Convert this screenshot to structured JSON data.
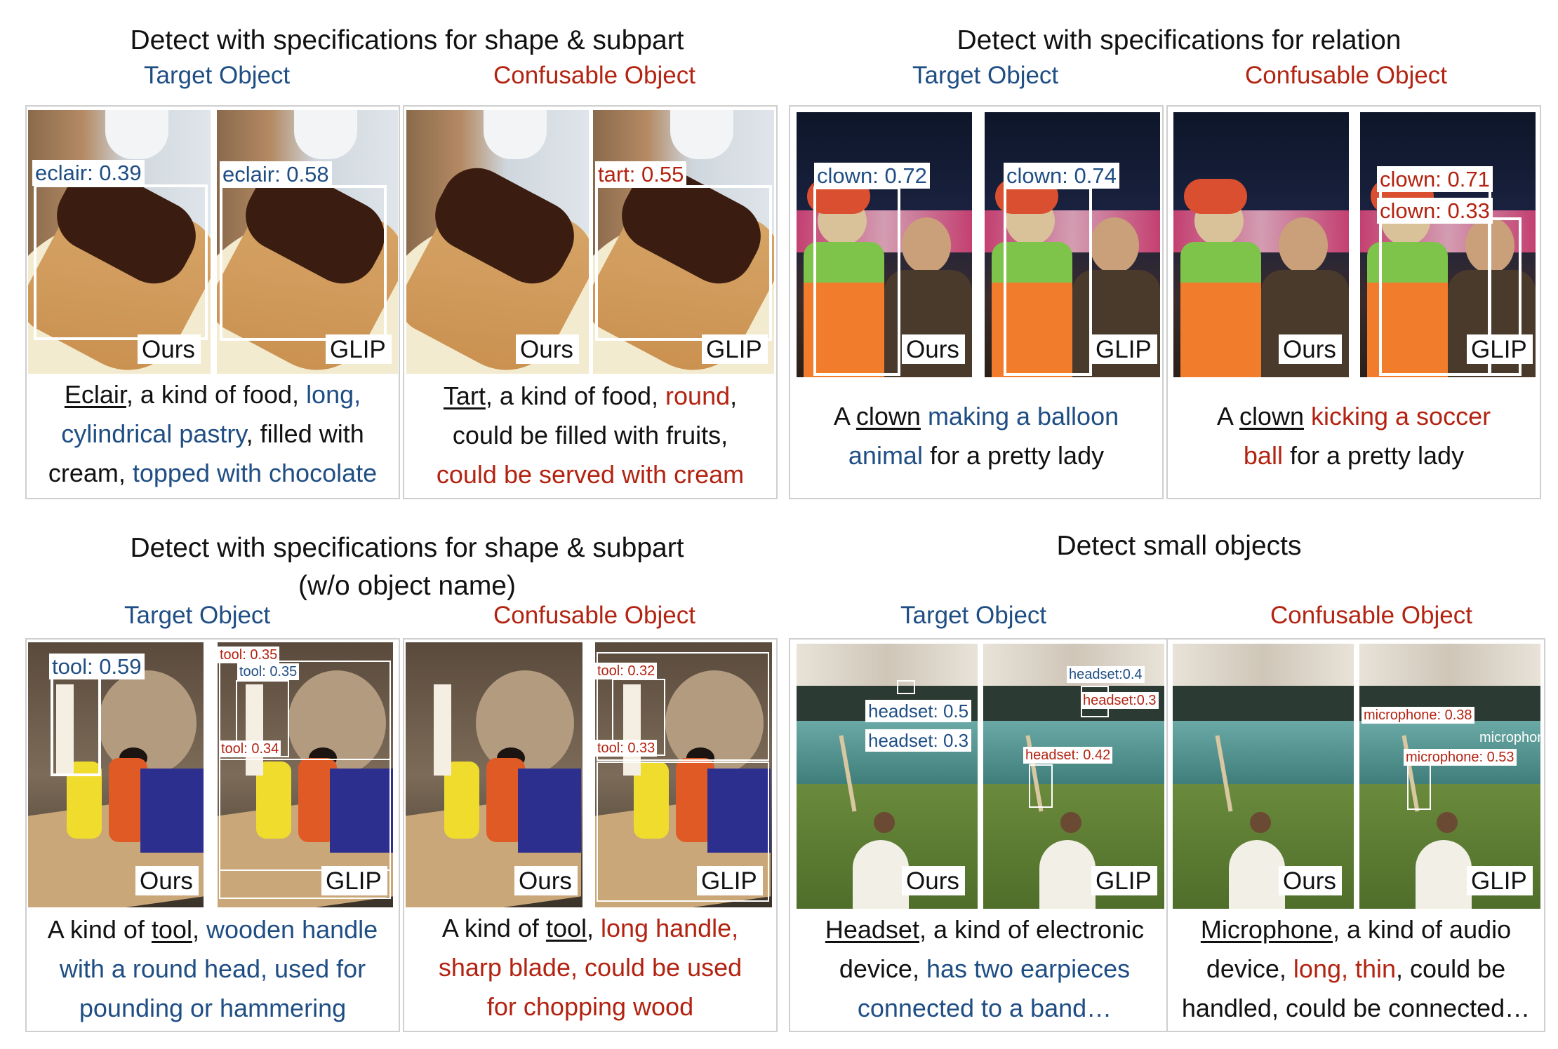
{
  "sections": {
    "q1": {
      "title": "Detect with specifications for shape & subpart"
    },
    "q2": {
      "title": "Detect with specifications for relation"
    },
    "q3": {
      "title": "Detect with specifications for shape & subpart",
      "title2": "(w/o object name)"
    },
    "q4": {
      "title": "Detect small objects"
    }
  },
  "labels": {
    "target": "Target Object",
    "confusable": "Confusable Object",
    "ours": "Ours",
    "glip": "GLIP"
  },
  "detections": {
    "q1": {
      "ours_t": "eclair: 0.39",
      "glip_t": "eclair: 0.58",
      "glip_c": "tart: 0.55"
    },
    "q2": {
      "ours_t": "clown: 0.72",
      "glip_t": "clown: 0.74",
      "glip_c1": "clown: 0.71",
      "glip_c2": "clown: 0.33"
    },
    "q3": {
      "ours_t": "tool: 0.59",
      "glip_t1": "tool: 0.35",
      "glip_t2": "tool: 0.35",
      "glip_t3": "tool: 0.34",
      "glip_c1": "tool: 0.32",
      "glip_c2": "tool: 0.33"
    },
    "q4": {
      "ours_t1": "headset: 0.5",
      "ours_t2": "headset: 0.3",
      "glip_t1": "headset:0.4",
      "glip_t2": "headset:0.3",
      "glip_t3": "headset: 0.42",
      "glip_c1": "microphone: 0.38",
      "glip_c2": "microphone: 0.53",
      "glip_c3": "microphon"
    }
  },
  "captions": {
    "q1_target": {
      "w1": "Eclair",
      "t1": ", a kind of food, ",
      "b1": "long,",
      "b2": "cylindrical pastry",
      "t2": ", filled with",
      "t3": "cream, ",
      "b3": "topped with chocolate"
    },
    "q1_conf": {
      "w1": "Tart",
      "t1": ", a kind of food, ",
      "r1": "round",
      "t2": ",",
      "t3": "could be filled with fruits,",
      "r2": "could be served with cream"
    },
    "q2_target": {
      "t1": "A ",
      "w1": "clown",
      "b1": " making a balloon",
      "b2": "animal",
      "t2": " for a pretty lady"
    },
    "q2_conf": {
      "t1": "A ",
      "w1": "clown",
      "r1": " kicking a soccer",
      "r2": "ball",
      "t2": " for a pretty lady"
    },
    "q3_target": {
      "t1": "A kind of ",
      "w1": "tool",
      "t2": ", ",
      "b1": "wooden handle",
      "b2": "with a round head, used for",
      "b3": "pounding or hammering"
    },
    "q3_conf": {
      "t1": "A kind of ",
      "w1": "tool",
      "t2": ", ",
      "r1": "long handle,",
      "r2": "sharp blade, could be used",
      "r3": "for chopping wood"
    },
    "q4_target": {
      "w1": "Headset",
      "t1": ", a kind of electronic",
      "t2": "device, ",
      "b1": "has two earpieces",
      "b2": "connected to a band…"
    },
    "q4_conf": {
      "w1": "Microphone",
      "t1": ", a kind of audio",
      "t2": "device, ",
      "r1": "long, thin",
      "t3": ", could be",
      "t4": "handled, could be connected…"
    }
  },
  "colors": {
    "target": "#1f4e84",
    "confusable": "#b32311",
    "box": "#ffffff",
    "panel_border": "#cfcfcf"
  }
}
